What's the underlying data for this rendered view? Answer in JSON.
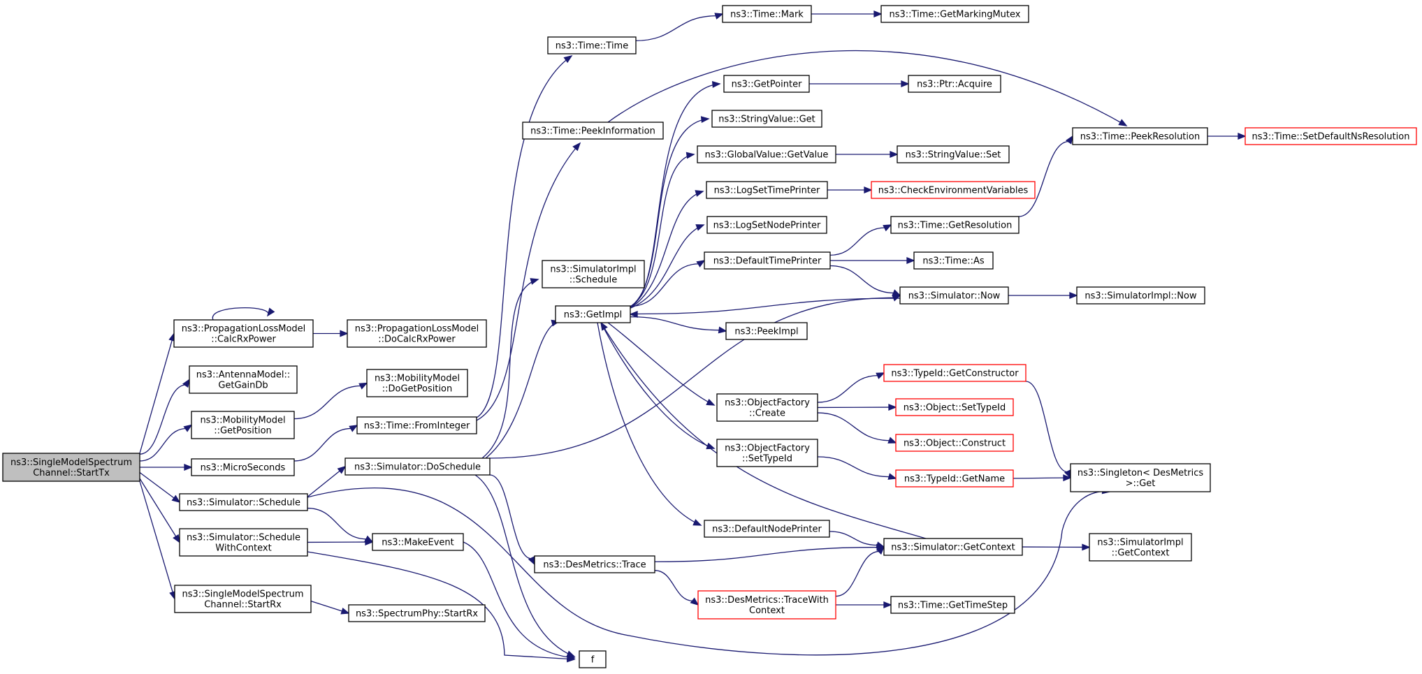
{
  "graph": {
    "root": "StartTx",
    "colors": {
      "edge": "#191970",
      "truncated_border": "#ff0000",
      "root_fill": "#bfbfbf"
    },
    "nodes": {
      "StartTx": [
        "ns3::SingleModelSpectrum",
        "Channel::StartTx"
      ],
      "CalcRxPower": [
        "ns3::PropagationLossModel",
        "::CalcRxPower"
      ],
      "DoCalcRxPower": [
        "ns3::PropagationLossModel",
        "::DoCalcRxPower"
      ],
      "GetGainDb": [
        "ns3::AntennaModel::",
        "GetGainDb"
      ],
      "GetPosition": [
        "ns3::MobilityModel",
        "::GetPosition"
      ],
      "DoGetPosition": [
        "ns3::MobilityModel",
        "::DoGetPosition"
      ],
      "MicroSeconds": [
        "ns3::MicroSeconds"
      ],
      "FromInteger": [
        "ns3::Time::FromInteger"
      ],
      "Schedule": [
        "ns3::Simulator::Schedule"
      ],
      "DoSchedule": [
        "ns3::Simulator::DoSchedule"
      ],
      "ScheduleWithContext": [
        "ns3::Simulator::Schedule",
        "WithContext"
      ],
      "MakeEvent": [
        "ns3::MakeEvent"
      ],
      "StartRx": [
        "ns3::SingleModelSpectrum",
        "Channel::StartRx"
      ],
      "PhyStartRx": [
        "ns3::SpectrumPhy::StartRx"
      ],
      "f": [
        "f"
      ],
      "TimeTime": [
        "ns3::Time::Time"
      ],
      "TimeMark": [
        "ns3::Time::Mark"
      ],
      "GetMarkingMutex": [
        "ns3::Time::GetMarkingMutex"
      ],
      "PeekInformation": [
        "ns3::Time::PeekInformation"
      ],
      "ImplSchedule": [
        "ns3::SimulatorImpl",
        "::Schedule"
      ],
      "GetImpl": [
        "ns3::GetImpl"
      ],
      "GetPointer": [
        "ns3::GetPointer"
      ],
      "PtrAcquire": [
        "ns3::Ptr::Acquire"
      ],
      "StringValueGet": [
        "ns3::StringValue::Get"
      ],
      "GlobalValueGetValue": [
        "ns3::GlobalValue::GetValue"
      ],
      "StringValueSet": [
        "ns3::StringValue::Set"
      ],
      "LogSetTimePrinter": [
        "ns3::LogSetTimePrinter"
      ],
      "CheckEnvVars": [
        "ns3::CheckEnvironmentVariables"
      ],
      "LogSetNodePrinter": [
        "ns3::LogSetNodePrinter"
      ],
      "GetResolution": [
        "ns3::Time::GetResolution"
      ],
      "DefaultTimePrinter": [
        "ns3::DefaultTimePrinter"
      ],
      "TimeAs": [
        "ns3::Time::As"
      ],
      "SimulatorNow": [
        "ns3::Simulator::Now"
      ],
      "ImplNow": [
        "ns3::SimulatorImpl::Now"
      ],
      "PeekImpl": [
        "ns3::PeekImpl"
      ],
      "PeekResolution": [
        "ns3::Time::PeekResolution"
      ],
      "SetDefaultNsResolution": [
        "ns3::Time::SetDefaultNsResolution"
      ],
      "GetConstructor": [
        "ns3::TypeId::GetConstructor"
      ],
      "OFCreate": [
        "ns3::ObjectFactory",
        "::Create"
      ],
      "ObjectSetTypeId": [
        "ns3::Object::SetTypeId"
      ],
      "ObjectConstruct": [
        "ns3::Object::Construct"
      ],
      "OFSetTypeId": [
        "ns3::ObjectFactory",
        "::SetTypeId"
      ],
      "TypeIdGetName": [
        "ns3::TypeId::GetName"
      ],
      "SingletonGet": [
        "ns3::Singleton< DesMetrics",
        ">::Get"
      ],
      "DefaultNodePrinter": [
        "ns3::DefaultNodePrinter"
      ],
      "GetContext": [
        "ns3::Simulator::GetContext"
      ],
      "ImplGetContext": [
        "ns3::SimulatorImpl",
        "::GetContext"
      ],
      "DesTrace": [
        "ns3::DesMetrics::Trace"
      ],
      "TraceWithContext": [
        "ns3::DesMetrics::TraceWith",
        "Context"
      ],
      "GetTimeStep": [
        "ns3::Time::GetTimeStep"
      ]
    }
  }
}
